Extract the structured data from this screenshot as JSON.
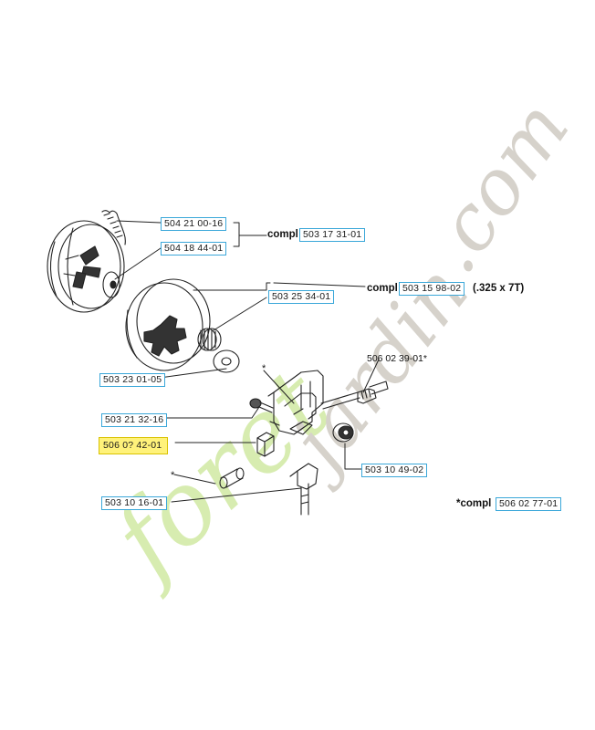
{
  "parts": {
    "p1": "504 21 00-16",
    "p2": "504 18 44-01",
    "p3": "503 17 31-01",
    "p4": "503 15 98-02",
    "p5": "503 25 34-01",
    "p6": "503 23 01-05",
    "p7": "506 02 39-01*",
    "p8": "503 21 32-16",
    "p9": "506 0? 42-01",
    "p10": "503 10 49-02",
    "p11": "503 10 16-01",
    "p12": "506 02 77-01"
  },
  "text": {
    "compl1": "compl",
    "compl2": "compl",
    "size_note": "(.325 x 7T)",
    "compl3": "*compl",
    "star1": "*",
    "star2": "*"
  },
  "watermark": {
    "part1": "foret",
    "part2": "jardin",
    "part3": ".com",
    "color_green": "#d7ecb0",
    "color_grey": "#d6d2cb"
  },
  "colors": {
    "label_border": "#3aa7d9",
    "highlight": "#fff27a"
  }
}
